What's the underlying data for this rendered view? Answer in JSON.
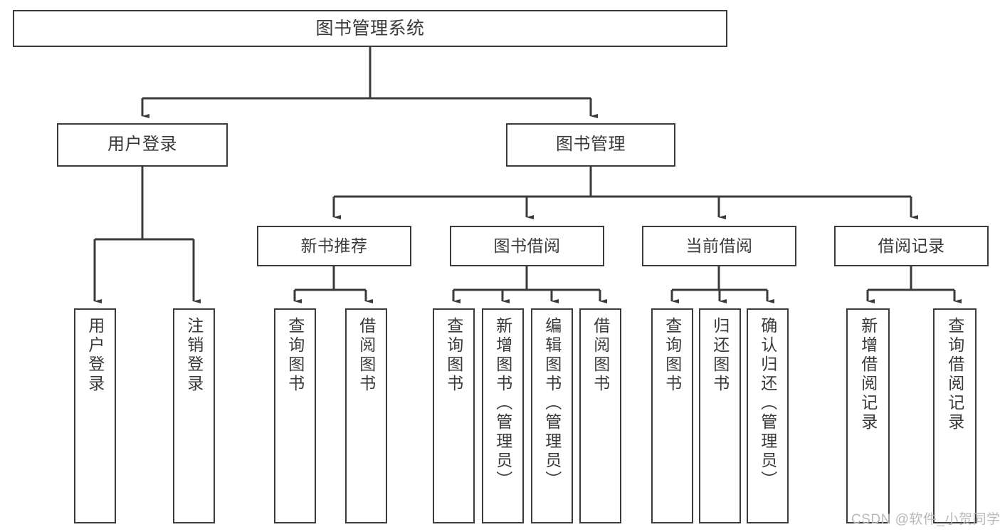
{
  "diagram": {
    "title_node": {
      "id": "root",
      "label": "图书管理系统"
    },
    "level1": [
      {
        "id": "login",
        "label": "用户登录"
      },
      {
        "id": "bookmgmt",
        "label": "图书管理"
      }
    ],
    "level2": [
      {
        "id": "newbook",
        "label": "新书推荐"
      },
      {
        "id": "borrow",
        "label": "图书借阅"
      },
      {
        "id": "current",
        "label": "当前借阅"
      },
      {
        "id": "records",
        "label": "借阅记录"
      }
    ],
    "leaves": {
      "login": [
        {
          "id": "user-login",
          "label": "用户登录"
        },
        {
          "id": "user-logout",
          "label": "注销登录"
        }
      ],
      "newbook": [
        {
          "id": "newbook-query",
          "label": "查询图书"
        },
        {
          "id": "newbook-borrow",
          "label": "借阅图书"
        }
      ],
      "borrow": [
        {
          "id": "borrow-query",
          "label": "查询图书"
        },
        {
          "id": "borrow-add",
          "label": "新增图书（管理员）"
        },
        {
          "id": "borrow-edit",
          "label": "编辑图书（管理员）"
        },
        {
          "id": "borrow-lend",
          "label": "借阅图书"
        }
      ],
      "current": [
        {
          "id": "current-query",
          "label": "查询图书"
        },
        {
          "id": "current-return",
          "label": "归还图书"
        },
        {
          "id": "current-confirm",
          "label": "确认归还（管理员）"
        }
      ],
      "records": [
        {
          "id": "records-add",
          "label": "新增借阅记录"
        },
        {
          "id": "records-query",
          "label": "查询借阅记录"
        }
      ]
    }
  },
  "watermark": {
    "text": "CSDN @软件_小贺同学"
  },
  "colors": {
    "stroke": "#3b3b3b",
    "text": "#3a3a3a",
    "background": "#ffffff",
    "watermark": "#b9b9b9"
  }
}
